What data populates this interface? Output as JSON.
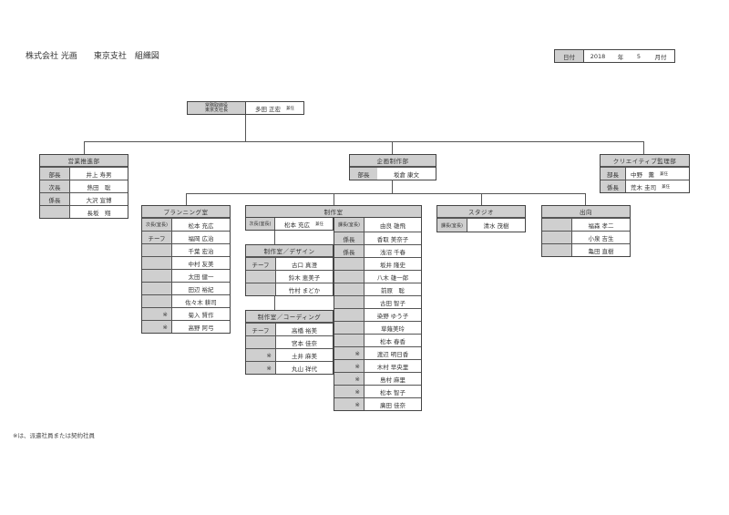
{
  "header": {
    "company": "株式会社 光画",
    "branch": "東京支社",
    "doc_title": "組織図"
  },
  "date_box": {
    "label": "日付",
    "year": "2018",
    "year_unit": "年",
    "month": "5",
    "month_unit": "月付"
  },
  "top_exec": {
    "title_line1": "常務取締役",
    "title_line2": "東京支社長",
    "name": "多田 正宏",
    "note": "兼任"
  },
  "departments": {
    "sales": {
      "name": "営業推進部",
      "rows": [
        {
          "role": "部長",
          "name": "井上 寿男"
        },
        {
          "role": "次長",
          "name": "熱田　聡"
        },
        {
          "role": "係長",
          "name": "大沢 宣博"
        },
        {
          "role": "",
          "name": "長坂　翔"
        }
      ]
    },
    "planning_production": {
      "name": "企画制作部",
      "rows": [
        {
          "role": "部長",
          "name": "坂倉 康文"
        }
      ]
    },
    "creative": {
      "name": "クリエイティブ監理部",
      "rows": [
        {
          "role": "部長",
          "name": "中野　薫",
          "note": "兼任"
        },
        {
          "role": "係長",
          "name": "荒木 圭司",
          "note": "兼任"
        }
      ]
    }
  },
  "sections": {
    "planning": {
      "name": "プランニング室",
      "rows": [
        {
          "role": "次長(室長)",
          "name": "松本 充広"
        },
        {
          "role": "チーフ",
          "name": "福岡 広治"
        },
        {
          "role": "",
          "name": "千葉 宏治"
        },
        {
          "role": "",
          "name": "中村 友美"
        },
        {
          "role": "",
          "name": "太田 健一"
        },
        {
          "role": "",
          "name": "田辺 裕紀"
        },
        {
          "role": "",
          "name": "佐々木 耕司"
        },
        {
          "role": "※",
          "name": "菊入 賢作"
        },
        {
          "role": "※",
          "name": "高野 阿弓"
        }
      ]
    },
    "production": {
      "name": "制作室",
      "head_left": {
        "role": "次長(室長)",
        "name": "松本 充広",
        "note": "兼任"
      },
      "right_column": [
        {
          "role": "課長(室長)",
          "name": "由良 雄飛"
        },
        {
          "role": "係長",
          "name": "香取 美奈子"
        },
        {
          "role": "係長",
          "name": "浅沼 千春"
        },
        {
          "role": "",
          "name": "坂井 隆史"
        },
        {
          "role": "",
          "name": "八木 雄一郎"
        },
        {
          "role": "",
          "name": "前原　聡"
        },
        {
          "role": "",
          "name": "古田 智子"
        },
        {
          "role": "",
          "name": "染野 ゆう子"
        },
        {
          "role": "",
          "name": "草薙美玲"
        },
        {
          "role": "",
          "name": "松本 春香"
        },
        {
          "role": "※",
          "name": "渡辺 明日香"
        },
        {
          "role": "※",
          "name": "木村 早央里"
        },
        {
          "role": "※",
          "name": "島村 麻里"
        },
        {
          "role": "※",
          "name": "松本 智子"
        },
        {
          "role": "※",
          "name": "廣田 佳奈"
        }
      ],
      "design": {
        "name": "制作室／デザイン",
        "rows": [
          {
            "role": "チーフ",
            "name": "古口 真澄"
          },
          {
            "role": "",
            "name": "鈴木 恵美子"
          },
          {
            "role": "",
            "name": "竹村 まどか"
          }
        ]
      },
      "coding": {
        "name": "制作室／コーディング",
        "rows": [
          {
            "role": "チーフ",
            "name": "高橋 裕美"
          },
          {
            "role": "",
            "name": "宮本 佳奈"
          },
          {
            "role": "※",
            "name": "土井 麻美"
          },
          {
            "role": "※",
            "name": "丸山 祥代"
          }
        ]
      }
    },
    "studio": {
      "name": "スタジオ",
      "rows": [
        {
          "role": "課長(室長)",
          "name": "清水 茂樹"
        }
      ]
    },
    "secondment": {
      "name": "出向",
      "rows": [
        {
          "role": "",
          "name": "福森 孝二"
        },
        {
          "role": "",
          "name": "小泉 吉生"
        },
        {
          "role": "",
          "name": "亀田 直樹"
        }
      ]
    }
  },
  "footnote": "※は、派遣社員または契約社員"
}
